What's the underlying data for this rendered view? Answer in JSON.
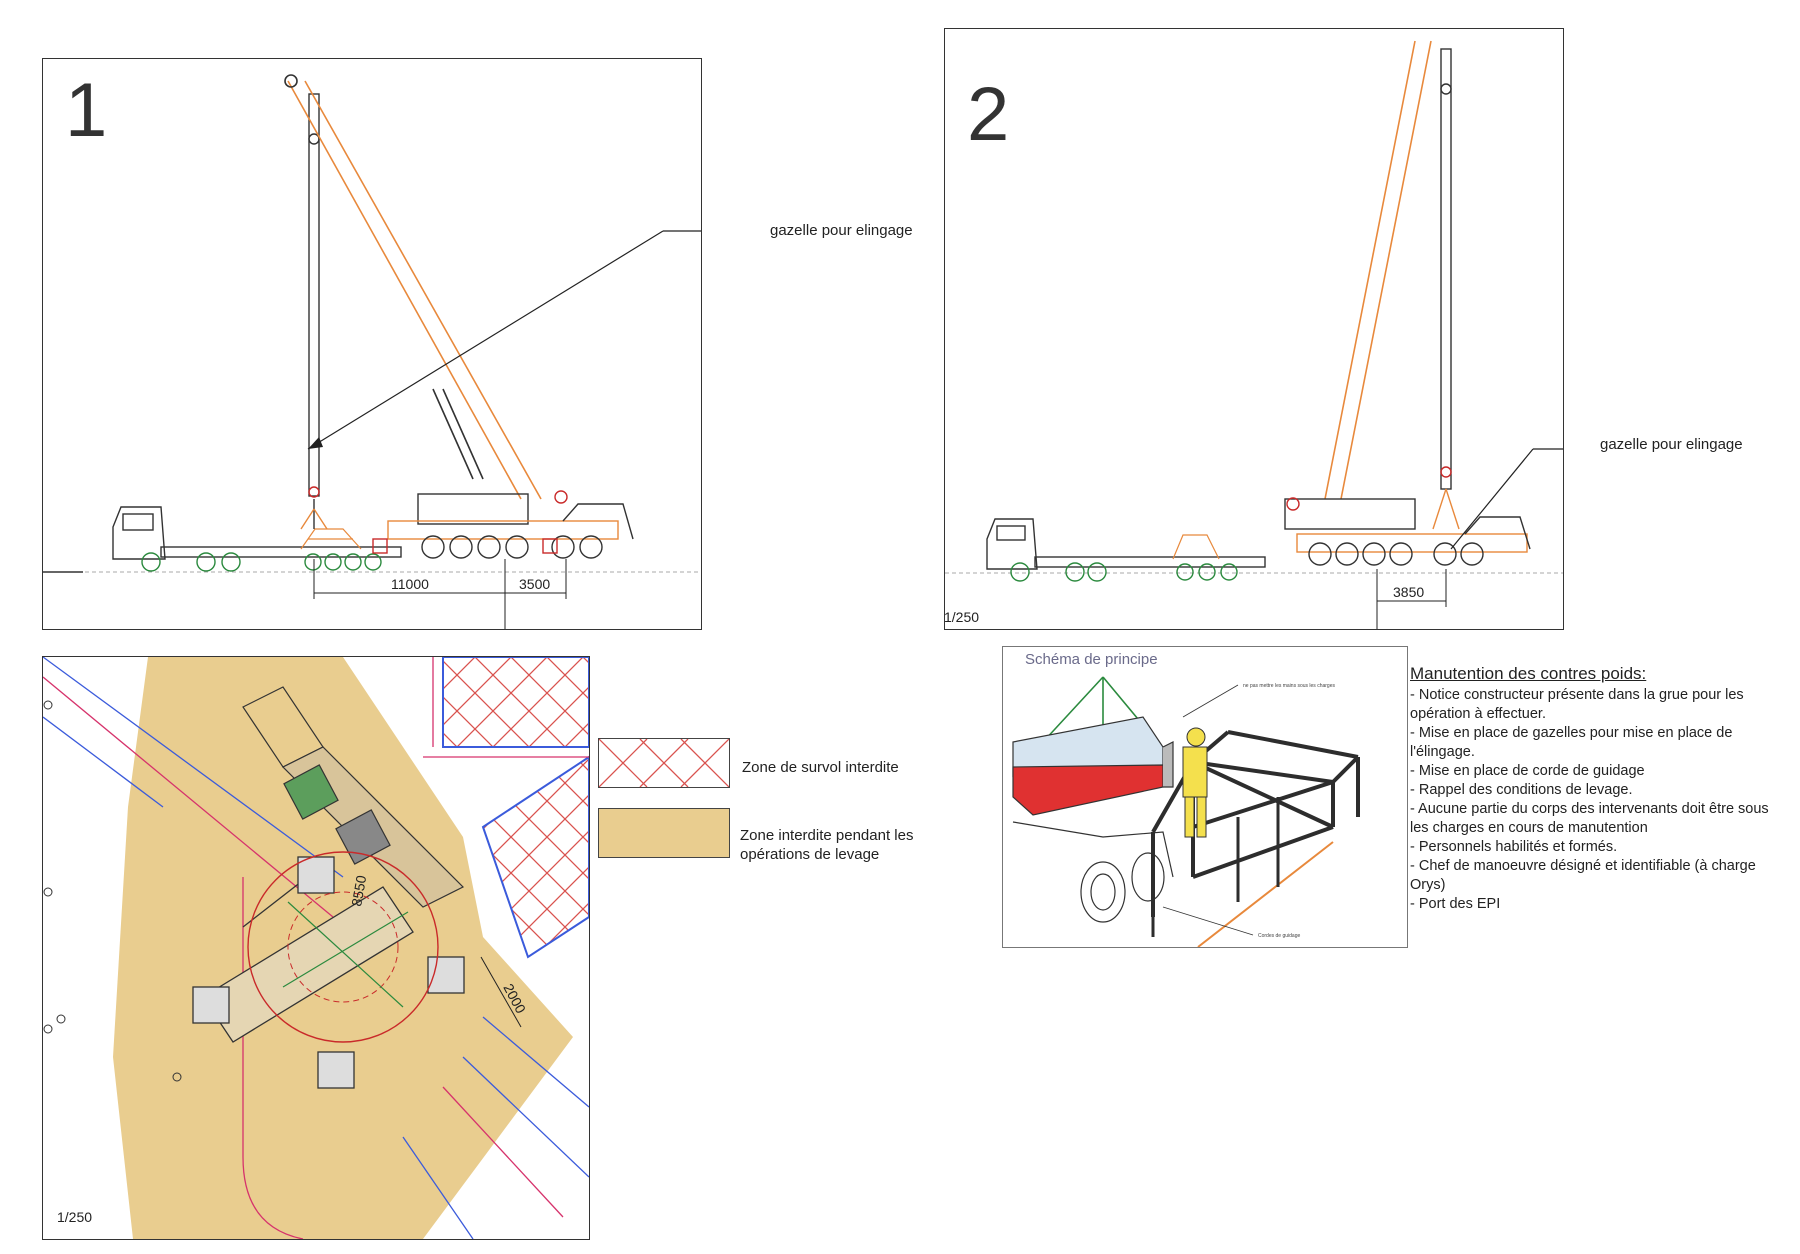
{
  "panel1": {
    "number": "1",
    "callout": "gazelle pour elingage",
    "dim_left": "11000",
    "dim_right": "3500"
  },
  "panel2": {
    "number": "2",
    "callout": "gazelle pour elingage",
    "dim": "3850",
    "scale": "1/250"
  },
  "plan": {
    "scale": "1/250",
    "dim_a": "8550",
    "dim_b": "2000"
  },
  "legend": {
    "items": [
      {
        "label": "Zone de survol interdite",
        "color": "#d9534f"
      },
      {
        "label_line1": "Zone interdite pendant les",
        "label_line2": "opérations de levage",
        "color": "#e9cd8f"
      }
    ]
  },
  "schema": {
    "title": "Schéma de principe",
    "small_top": "ne pas mettre les mains sous les charges",
    "small_bottom": "Cordes de guidage"
  },
  "notes": {
    "title": "Manutention des contres poids:",
    "items": [
      "- Notice constructeur présente dans la grue pour les opération à effectuer.",
      "- Mise en place de gazelles pour mise en place de l'élingage.",
      "- Mise en place de corde de guidage",
      "- Rappel des conditions de levage.",
      "- Aucune partie du corps des intervenants doit être sous les charges en cours de manutention",
      "- Personnels habilités et formés.",
      "- Chef de manoeuvre désigné et identifiable (à charge Orys)",
      "- Port des EPI"
    ]
  },
  "colors": {
    "crane_orange": "#e8893c",
    "line_dark": "#333333",
    "hatch_red": "#d9534f",
    "zone_tan": "#e9cd8f",
    "plan_blue": "#3b5bdb",
    "plan_magenta": "#d6336c"
  }
}
